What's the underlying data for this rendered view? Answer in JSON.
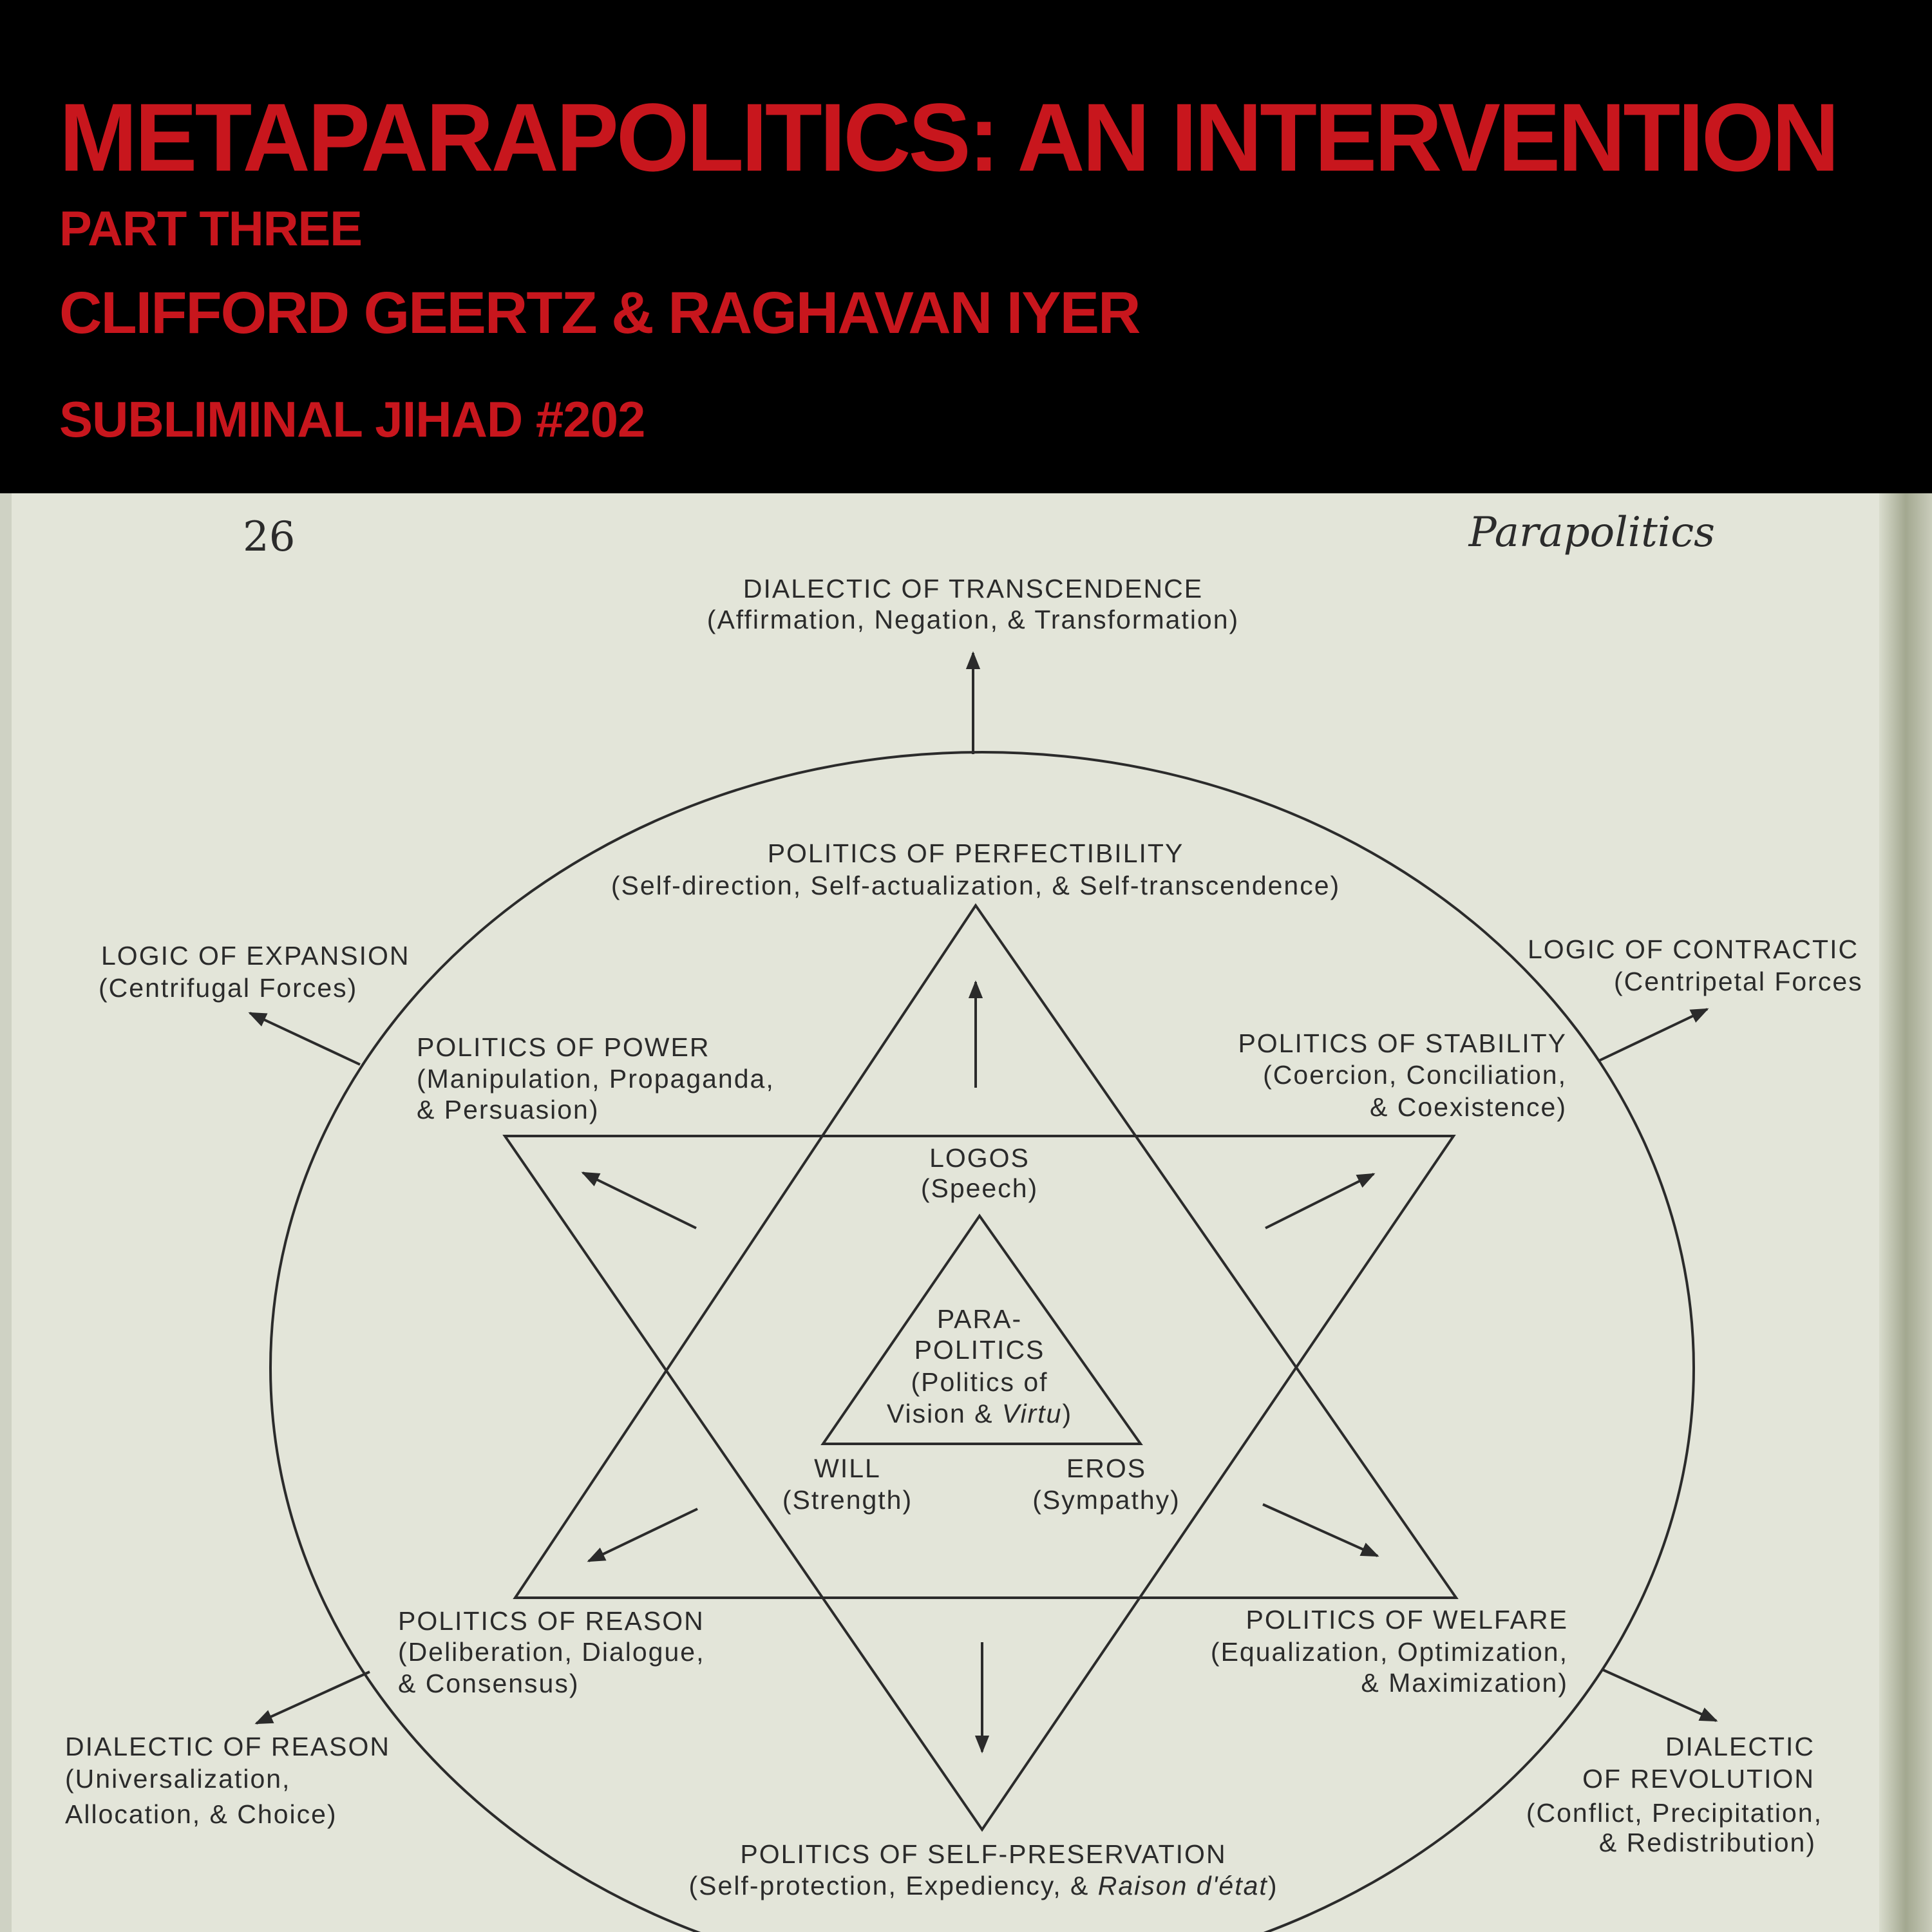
{
  "header": {
    "title": "METAPARAPOLITICS: AN INTERVENTION",
    "part": "PART THREE",
    "authors": "CLIFFORD GEERTZ & RAGHAVAN IYER",
    "episode": "SUBLIMINAL JIHAD #202",
    "accent_color": "#c8161d",
    "background_color": "#000000"
  },
  "page": {
    "number": "26",
    "running_head": "Parapolitics",
    "paper_color": "#e3e5d9"
  },
  "diagram": {
    "transcendence": {
      "l1": "DIALECTIC OF TRANSCENDENCE",
      "l2": "(Affirmation, Negation, & Transformation)"
    },
    "perfectibility": {
      "l1": "POLITICS OF PERFECTIBILITY",
      "l2": "(Self-direction, Self-actualization, & Self-transcendence)"
    },
    "expansion": {
      "l1": "LOGIC OF EXPANSION",
      "l2": "(Centrifugal Forces)"
    },
    "contraction": {
      "l1": "LOGIC OF CONTRACTIC",
      "l2": "(Centripetal Forces"
    },
    "power": {
      "l1": "POLITICS OF POWER",
      "l2": "(Manipulation, Propaganda,",
      "l3": "& Persuasion)"
    },
    "stability": {
      "l1": "POLITICS OF STABILITY",
      "l2": "(Coercion, Conciliation,",
      "l3": "& Coexistence)"
    },
    "logos": {
      "l1": "LOGOS",
      "l2": "(Speech)"
    },
    "parapolitics": {
      "l1": "PARA-",
      "l2": "POLITICS",
      "l3": "(Politics of",
      "l4a": "Vision & ",
      "l4b": "Virtu",
      "l4c": ")"
    },
    "will": {
      "l1": "WILL",
      "l2": "(Strength)"
    },
    "eros": {
      "l1": "EROS",
      "l2": "(Sympathy)"
    },
    "reason": {
      "l1": "POLITICS OF REASON",
      "l2": "(Deliberation, Dialogue,",
      "l3": "& Consensus)"
    },
    "welfare": {
      "l1": "POLITICS OF WELFARE",
      "l2": "(Equalization, Optimization,",
      "l3": "& Maximization)"
    },
    "dialectic_reason": {
      "l1": "DIALECTIC OF REASON",
      "l2": "(Universalization,",
      "l3": "Allocation, & Choice)"
    },
    "revolution": {
      "l1": "DIALECTIC",
      "l2": "OF REVOLUTION",
      "l3": "(Conflict, Precipitation,",
      "l4": "& Redistribution)"
    },
    "self_preservation": {
      "l1": "POLITICS OF SELF-PRESERVATION",
      "l2a": "(Self-protection, Expediency, & ",
      "l2b": "Raison d'état",
      "l2c": ")"
    }
  }
}
